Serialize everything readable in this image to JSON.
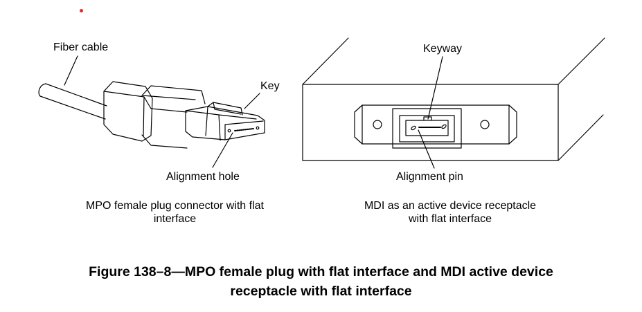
{
  "left": {
    "labels": {
      "fiber_cable": "Fiber cable",
      "key": "Key",
      "alignment_hole": "Alignment hole"
    },
    "caption": [
      "MPO female plug connector with flat",
      "interface"
    ]
  },
  "right": {
    "labels": {
      "keyway": "Keyway",
      "alignment_pin": "Alignment pin"
    },
    "caption": [
      "MDI as an active device receptacle",
      "with flat interface"
    ]
  },
  "figure": {
    "caption": [
      "Figure 138–8—MPO female plug with flat interface and MDI active device",
      "receptacle with flat interface"
    ]
  },
  "colors": {
    "ink": "#000000",
    "marker": "#e8262b"
  }
}
